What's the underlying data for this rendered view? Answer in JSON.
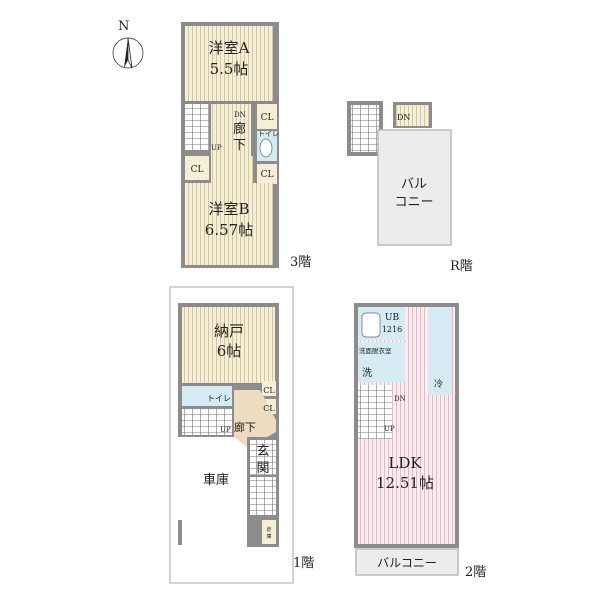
{
  "compass": {
    "north_label": "N"
  },
  "floors": {
    "f3": {
      "label": "3階",
      "room_a": {
        "name": "洋室A",
        "size": "5.5帖"
      },
      "room_b": {
        "name": "洋室B",
        "size": "6.57帖"
      },
      "hallway": {
        "name1": "廊",
        "name2": "下"
      },
      "toilet": "トイレ",
      "closet": "CL",
      "stair_up": "UP",
      "stair_dn": "DN"
    },
    "roof": {
      "label": "R階",
      "balcony": {
        "line1": "バル",
        "line2": "コニー"
      },
      "stair_dn": "DN"
    },
    "f1": {
      "label": "1階",
      "storage": {
        "name": "納戸",
        "size": "6帖"
      },
      "toilet": "トイレ",
      "closet": "CL",
      "hallway": "廊下",
      "stair_up": "UP",
      "entrance": {
        "line1": "玄",
        "line2": "関"
      },
      "garage": "車庫",
      "store_room": {
        "line1": "倉",
        "line2": "庫"
      }
    },
    "f2": {
      "label": "2階",
      "bath": {
        "line1": "UB",
        "line2": "1216"
      },
      "washroom": "洗面脱衣室",
      "washer": "洗",
      "fridge": "冷",
      "ldk": {
        "name": "LDK",
        "size": "12.51帖"
      },
      "stair_dn": "DN",
      "stair_up": "UP",
      "balcony": "バルコニー"
    }
  },
  "colors": {
    "wall": "#8c8c8c",
    "room_tan": "#f6efd6",
    "room_pink": "#fbecef",
    "wet_blue": "#d5ebf3",
    "hall": "#eddcc0",
    "balcony": "#ececec"
  }
}
